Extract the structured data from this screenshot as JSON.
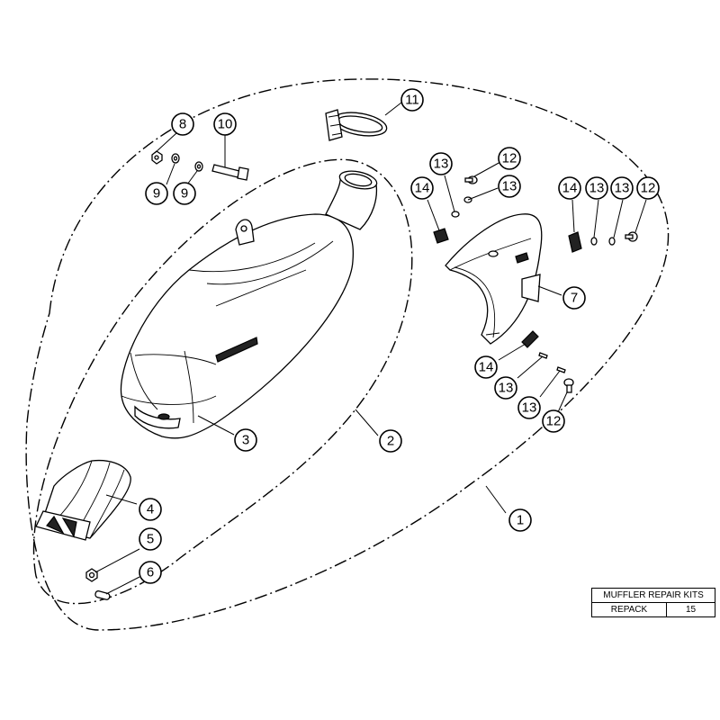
{
  "callouts": [
    {
      "id": "c1",
      "label": "1"
    },
    {
      "id": "c2",
      "label": "2"
    },
    {
      "id": "c3",
      "label": "3"
    },
    {
      "id": "c4",
      "label": "4"
    },
    {
      "id": "c5",
      "label": "5"
    },
    {
      "id": "c6",
      "label": "6"
    },
    {
      "id": "c7",
      "label": "7"
    },
    {
      "id": "c8",
      "label": "8"
    },
    {
      "id": "c9a",
      "label": "9"
    },
    {
      "id": "c9b",
      "label": "9"
    },
    {
      "id": "c10",
      "label": "10"
    },
    {
      "id": "c11",
      "label": "11"
    },
    {
      "id": "c12a",
      "label": "12"
    },
    {
      "id": "c12b",
      "label": "12"
    },
    {
      "id": "c12c",
      "label": "12"
    },
    {
      "id": "c13a",
      "label": "13"
    },
    {
      "id": "c13b",
      "label": "13"
    },
    {
      "id": "c13c",
      "label": "13"
    },
    {
      "id": "c13d",
      "label": "13"
    },
    {
      "id": "c13e",
      "label": "13"
    },
    {
      "id": "c13f",
      "label": "13"
    },
    {
      "id": "c14a",
      "label": "14"
    },
    {
      "id": "c14b",
      "label": "14"
    },
    {
      "id": "c14c",
      "label": "14"
    }
  ],
  "kit_table": {
    "title": "MUFFLER REPAIR KITS",
    "rows": [
      {
        "name": "REPACK",
        "number": "15"
      }
    ]
  },
  "colors": {
    "ink": "#000000",
    "background": "#ffffff"
  }
}
